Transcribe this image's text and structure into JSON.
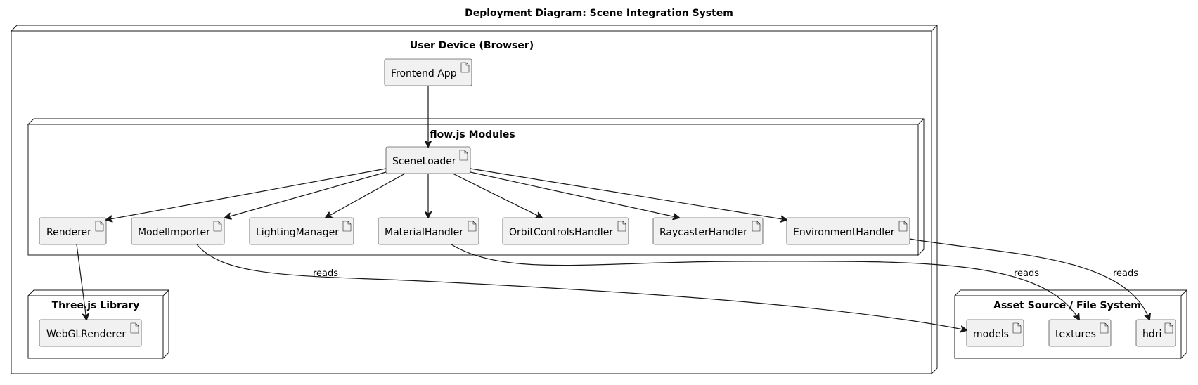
{
  "title": "Deployment Diagram: Scene Integration System",
  "nodes": {
    "user_device": "User Device (Browser)",
    "flow_modules": "flow.js Modules",
    "threejs": "Three.js Library",
    "asset_source": "Asset Source / File System"
  },
  "artifacts": {
    "frontend_app": "Frontend App",
    "scene_loader": "SceneLoader",
    "renderer": "Renderer",
    "model_importer": "ModelImporter",
    "lighting_manager": "LightingManager",
    "material_handler": "MaterialHandler",
    "orbit_controls_handler": "OrbitControlsHandler",
    "raycaster_handler": "RaycasterHandler",
    "environment_handler": "EnvironmentHandler",
    "webgl_renderer": "WebGLRenderer",
    "models": "models",
    "textures": "textures",
    "hdri": "hdri"
  },
  "edge_labels": {
    "model_importer_to_models": "reads",
    "material_handler_to_textures": "reads",
    "environment_handler_to_hdri": "reads"
  },
  "colors": {
    "artifact_fill": "#f1f1f1",
    "stroke": "#181818",
    "background": "#ffffff"
  }
}
